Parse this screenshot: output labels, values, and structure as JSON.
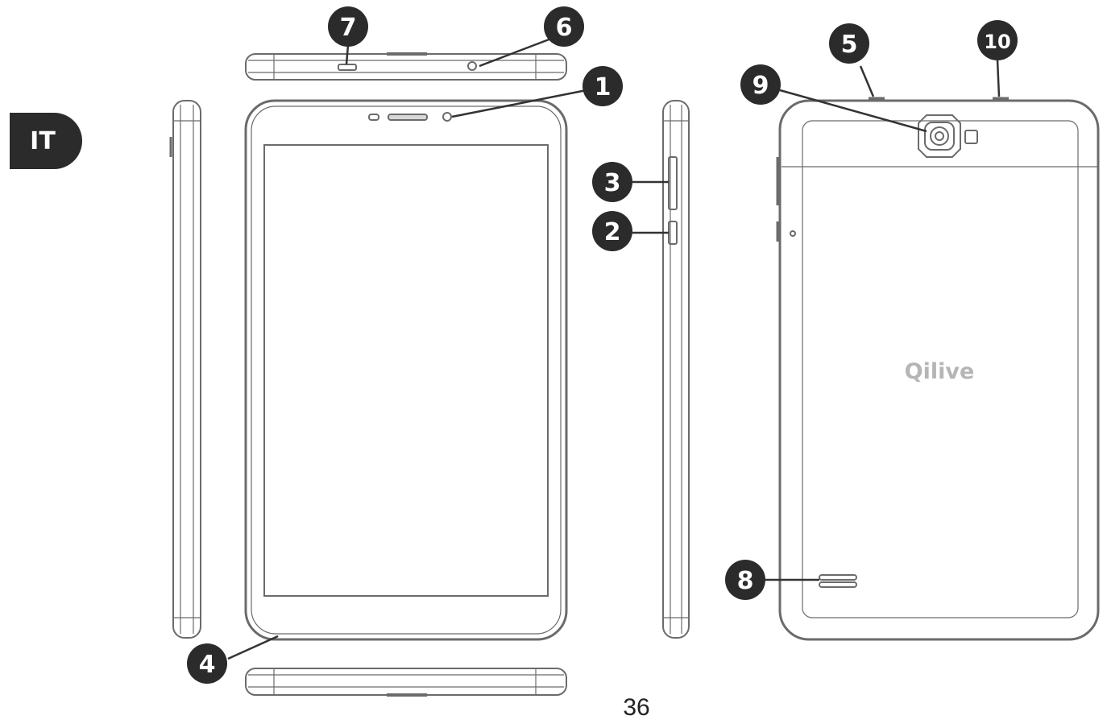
{
  "language_tab": "IT",
  "page_number": "36",
  "brand_logo_text": "Qilive",
  "colors": {
    "badge": "#2b2b2b",
    "outline": "#6b6b6b",
    "brand": "#b5b5b5"
  },
  "callouts": [
    "1",
    "2",
    "3",
    "4",
    "5",
    "6",
    "7",
    "8",
    "9",
    "10"
  ]
}
